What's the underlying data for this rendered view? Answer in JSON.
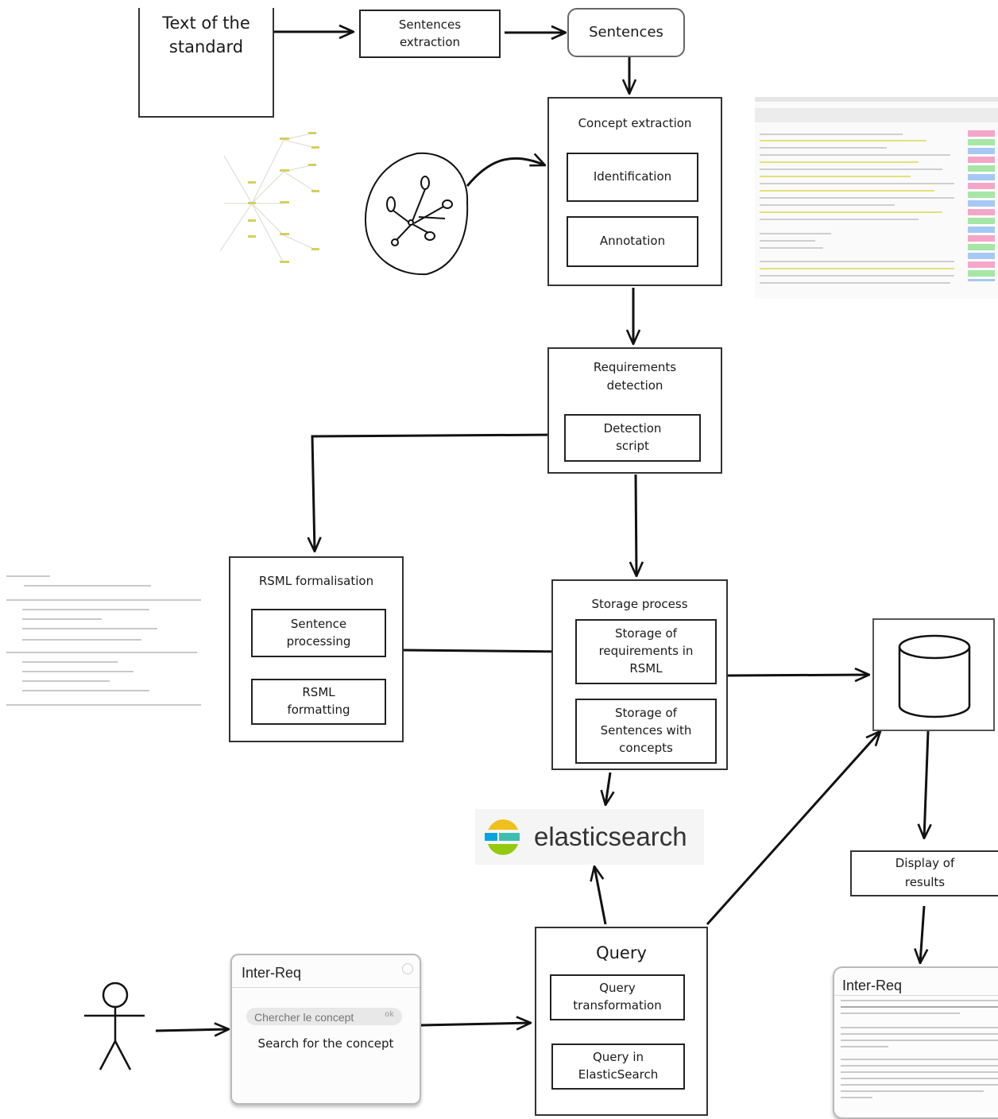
{
  "nodes": {
    "text_standard": "Text of the\nstandard",
    "sentences_extraction": "Sentences\nextraction",
    "sentences": "Sentences",
    "concept_extraction": "Concept  extraction",
    "identification": "Identification",
    "annotation": "Annotation",
    "requirements_detection": "Requirements\ndetection",
    "detection_script": "Detection\nscript",
    "rsml_formalisation": "RSML formalisation",
    "sentence_processing": "Sentence\nprocessing",
    "rsml_formatting": "RSML\nformatting",
    "storage_process": "Storage process",
    "storage_requirements": "Storage of\nrequirements in\nRSML",
    "storage_sentences": "Storage of\nSentences with\nconcepts",
    "query": "Query",
    "query_transformation": "Query\ntransformation",
    "query_elastic": "Query in\nElasticSearch",
    "display_results": "Display of\nresults"
  },
  "elasticsearch": {
    "label": "elasticsearch",
    "colors": [
      "#f0bf1a",
      "#3ebeb0",
      "#07a5de",
      "#ee5097",
      "#17a8e0",
      "#93c90e"
    ]
  },
  "interreq_search": {
    "title": "Inter-Req",
    "input_placeholder": "Chercher le concept",
    "button_label": "ok",
    "caption": "Search for the concept"
  },
  "interreq_results": {
    "title": "Inter-Req"
  },
  "icons": [
    "database-icon",
    "user-stick-figure-icon",
    "concept-graph-sketch-icon",
    "tree-thumbnail-icon",
    "annotation-screenshot-icon",
    "rsml-document-thumbnail-icon"
  ]
}
